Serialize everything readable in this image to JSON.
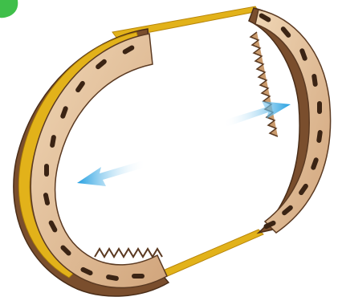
{
  "scene": {
    "subject": "wooden-gear-band-assembly",
    "components": [
      "left-curved-gear-segment",
      "right-curved-gear-segment",
      "top-rubber-band",
      "bottom-rubber-band",
      "arrow-left-icon",
      "arrow-right-icon",
      "green-corner-badge"
    ]
  },
  "colors": {
    "background": "#ffffff",
    "wood_light": "#e8c9a4",
    "wood_mid": "#d9b188",
    "wood_dark": "#a9774c",
    "wood_edge": "#5b3a22",
    "slot": "#3b2414",
    "band": "#e2b21a",
    "band_dark": "#b8860b",
    "arrow": "#2aa4e0",
    "arrow_light": "#8fd2f4",
    "badge": "#3fbf4a"
  }
}
